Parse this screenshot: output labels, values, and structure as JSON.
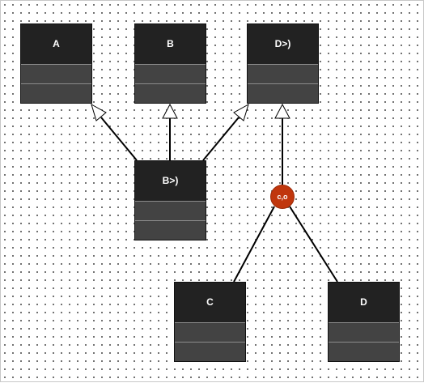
{
  "diagram": {
    "classes": {
      "a": {
        "name": "A"
      },
      "b": {
        "name": "B"
      },
      "d_gen": {
        "name": "D>)"
      },
      "b_gen": {
        "name": "B>)"
      },
      "c": {
        "name": "C"
      },
      "d": {
        "name": "D"
      }
    },
    "generalization_set": {
      "label": "c,o"
    }
  },
  "colors": {
    "class_header": "#222222",
    "class_compartment": "#434343",
    "gen_node": "#c0360d",
    "connector": "#000000"
  }
}
